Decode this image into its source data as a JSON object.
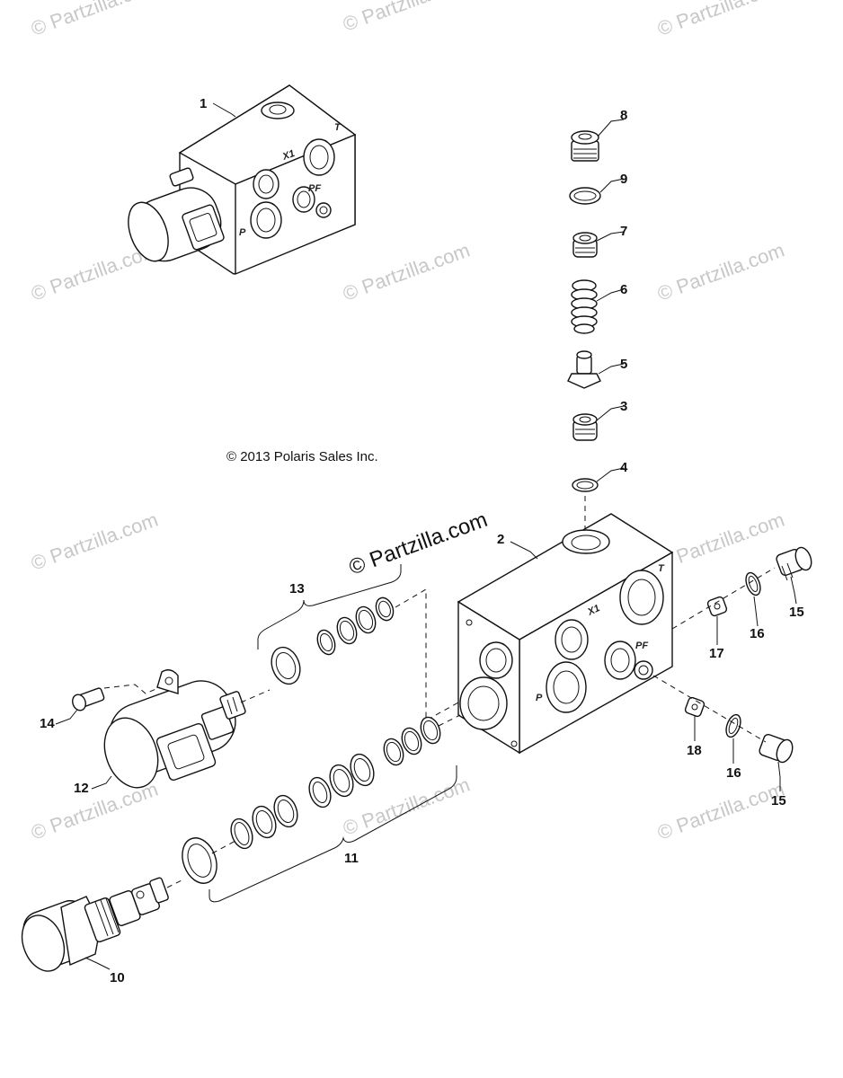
{
  "copyright": "© 2013 Polaris Sales Inc.",
  "watermark": "© Partzilla.com",
  "ports": {
    "t": "T",
    "x1": "X1",
    "p": "P",
    "pf": "PF"
  },
  "callouts": {
    "c1": "1",
    "c2": "2",
    "c3": "3",
    "c4": "4",
    "c5": "5",
    "c6": "6",
    "c7": "7",
    "c8": "8",
    "c9": "9",
    "c10": "10",
    "c11": "11",
    "c12": "12",
    "c13": "13",
    "c14": "14",
    "c15a": "15",
    "c15b": "15",
    "c16a": "16",
    "c16b": "16",
    "c17": "17",
    "c18": "18"
  }
}
